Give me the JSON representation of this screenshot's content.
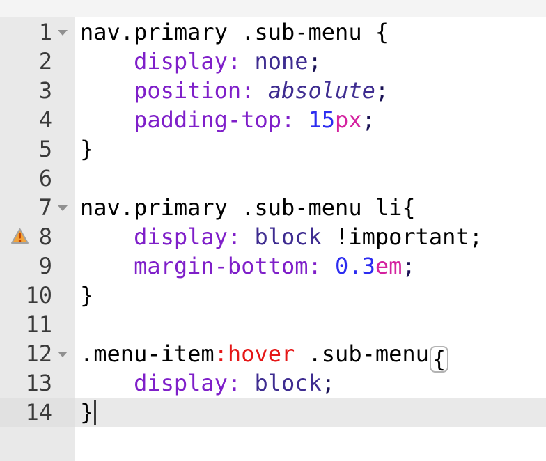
{
  "colors": {
    "plain": "#000000",
    "property": "#7f1fc9",
    "value": "#3e2c90",
    "number": "#2c2cf0",
    "unit": "#d4219f",
    "pseudo": "#e51717",
    "important": "#000000",
    "punct": "#1a1255",
    "line_number": "#3a3a3a",
    "fold_arrow": "#909090",
    "cursor": "#3c3c3c",
    "bracket_box_border": "#b3b3b3",
    "top_strip_bg": "#f4f4f4",
    "gutter_bg": "#e9e9e9",
    "gutter_current_bg": "#e1e1e1",
    "current_line_bg": "#e9e9e9",
    "code_bg": "#ffffff",
    "warning_fill": "#f2a33a",
    "warning_stroke": "#a3a3a3",
    "warning_mark": "#c04000"
  },
  "editor": {
    "language": "CSS",
    "current_line": 14,
    "lines": [
      {
        "number": "1",
        "fold": true,
        "tokens": [
          {
            "type": "plain",
            "text": "nav.primary .sub-menu {"
          }
        ]
      },
      {
        "number": "2",
        "tokens": [
          {
            "type": "plain",
            "text": "    "
          },
          {
            "type": "property",
            "text": "display:"
          },
          {
            "type": "plain",
            "text": " "
          },
          {
            "type": "value",
            "text": "none"
          },
          {
            "type": "punct",
            "text": ";"
          }
        ]
      },
      {
        "number": "3",
        "tokens": [
          {
            "type": "plain",
            "text": "    "
          },
          {
            "type": "property",
            "text": "position:"
          },
          {
            "type": "plain",
            "text": " "
          },
          {
            "type": "value",
            "text": "absolute",
            "italic": true
          },
          {
            "type": "punct",
            "text": ";"
          }
        ]
      },
      {
        "number": "4",
        "tokens": [
          {
            "type": "plain",
            "text": "    "
          },
          {
            "type": "property",
            "text": "padding-top:"
          },
          {
            "type": "plain",
            "text": " "
          },
          {
            "type": "number",
            "text": "15"
          },
          {
            "type": "unit",
            "text": "px"
          },
          {
            "type": "punct",
            "text": ";"
          }
        ]
      },
      {
        "number": "5",
        "tokens": [
          {
            "type": "plain",
            "text": "}"
          }
        ]
      },
      {
        "number": "6",
        "tokens": []
      },
      {
        "number": "7",
        "fold": true,
        "tokens": [
          {
            "type": "plain",
            "text": "nav.primary .sub-menu li{"
          }
        ]
      },
      {
        "number": "8",
        "warning": true,
        "tokens": [
          {
            "type": "plain",
            "text": "    "
          },
          {
            "type": "property",
            "text": "display:"
          },
          {
            "type": "plain",
            "text": " "
          },
          {
            "type": "value",
            "text": "block"
          },
          {
            "type": "plain",
            "text": " "
          },
          {
            "type": "important",
            "text": "!important"
          },
          {
            "type": "important",
            "text": ";"
          }
        ]
      },
      {
        "number": "9",
        "tokens": [
          {
            "type": "plain",
            "text": "    "
          },
          {
            "type": "property",
            "text": "margin-bottom:"
          },
          {
            "type": "plain",
            "text": " "
          },
          {
            "type": "number",
            "text": "0.3"
          },
          {
            "type": "unit",
            "text": "em"
          },
          {
            "type": "punct",
            "text": ";"
          }
        ]
      },
      {
        "number": "10",
        "tokens": [
          {
            "type": "plain",
            "text": "}"
          }
        ]
      },
      {
        "number": "11",
        "tokens": []
      },
      {
        "number": "12",
        "fold": true,
        "tokens": [
          {
            "type": "plain",
            "text": ".menu-item"
          },
          {
            "type": "pseudo",
            "text": ":hover"
          },
          {
            "type": "plain",
            "text": " .sub-menu"
          },
          {
            "type": "plain",
            "text": "{",
            "box": true
          }
        ]
      },
      {
        "number": "13",
        "tokens": [
          {
            "type": "plain",
            "text": "    "
          },
          {
            "type": "property",
            "text": "display:"
          },
          {
            "type": "plain",
            "text": " "
          },
          {
            "type": "value",
            "text": "block"
          },
          {
            "type": "punct",
            "text": ";"
          }
        ]
      },
      {
        "number": "14",
        "current": true,
        "tokens": [
          {
            "type": "plain",
            "text": "}"
          },
          {
            "type": "cursor"
          }
        ]
      }
    ]
  }
}
